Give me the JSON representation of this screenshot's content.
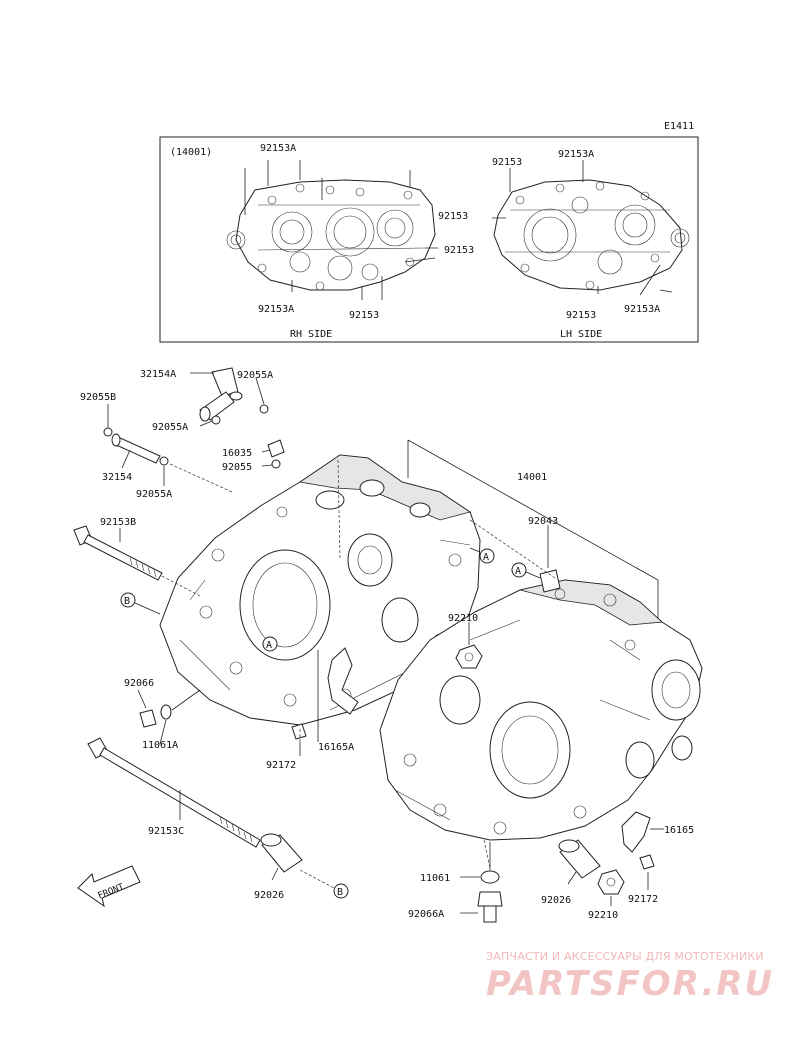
{
  "code": "E1411",
  "inset": {
    "ref": "(14001)",
    "rh_side": "RH SIDE",
    "lh_side": "LH SIDE",
    "rh_labels": [
      "92153A",
      "92153A",
      "92153",
      "92153"
    ],
    "lh_labels": [
      "92153",
      "92153A",
      "92153",
      "92153",
      "92153A"
    ]
  },
  "parts": {
    "p32154A": "32154A",
    "p92055A_1": "92055A",
    "p92055B": "92055B",
    "p92055A_2": "92055A",
    "p16035": "16035",
    "p92055": "92055",
    "p32154": "32154",
    "p92055A_3": "92055A",
    "p14001": "14001",
    "p92153B": "92153B",
    "p92043": "92043",
    "p92210_1": "92210",
    "p92066": "92066",
    "p11061A": "11061A",
    "p92172_1": "92172",
    "p16165A": "16165A",
    "p92153C": "92153C",
    "p92026_1": "92026",
    "p16165": "16165",
    "p11061": "11061",
    "p92026_2": "92026",
    "p92210_2": "92210",
    "p92172_2": "92172",
    "p92066A": "92066A"
  },
  "refs": {
    "a": "A",
    "b": "B"
  },
  "front": "FRONT",
  "watermark": {
    "line1": "ЗАПЧАСТИ И АКСЕССУАРЫ ДЛЯ МОТОТЕХНИКИ",
    "logo": "PARTSFOR.RU"
  }
}
